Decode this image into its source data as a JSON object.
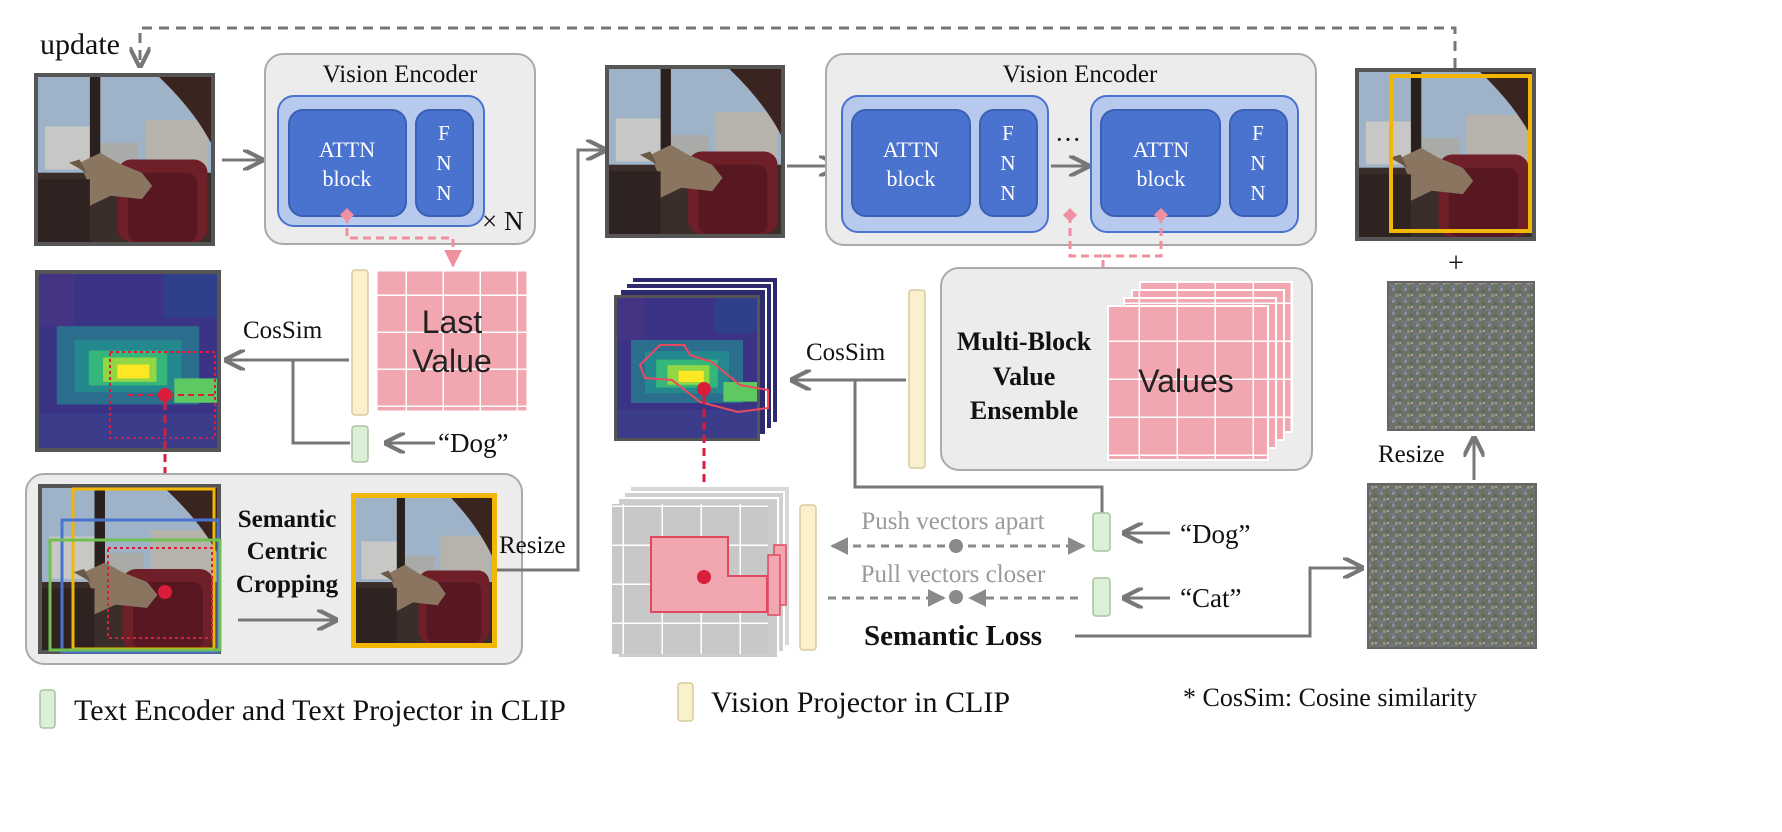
{
  "top": {
    "update_label": "update"
  },
  "encoder1": {
    "title": "Vision Encoder",
    "attn_line1": "ATTN",
    "attn_line2": "block",
    "ffn_1": "F",
    "ffn_2": "N",
    "ffn_3": "N",
    "repeat": "× N"
  },
  "last_value": {
    "line1": "Last",
    "line2": "Value"
  },
  "left": {
    "cossim": "CosSim",
    "dog_prompt": "“Dog”"
  },
  "cropping": {
    "line1": "Semantic",
    "line2": "Centric",
    "line3": "Cropping",
    "resize": "Resize"
  },
  "encoder2": {
    "title": "Vision Encoder",
    "attn_line1": "ATTN",
    "attn_line2": "block",
    "ffn_1": "F",
    "ffn_2": "N",
    "ffn_3": "N",
    "ellipsis": "···"
  },
  "ensemble": {
    "line1": "Multi-Block",
    "line2": "Value",
    "line3": "Ensemble",
    "values": "Values"
  },
  "middle": {
    "cossim": "CosSim",
    "push": "Push vectors apart",
    "pull": "Pull vectors closer",
    "dog_prompt": "“Dog”",
    "cat_prompt": "“Cat”",
    "semantic_loss": "Semantic Loss"
  },
  "right": {
    "plus": "+",
    "resize": "Resize"
  },
  "legend": {
    "text_encoder": "Text Encoder and Text Projector in CLIP",
    "vision_projector": "Vision Projector in CLIP",
    "note": "* CosSim: Cosine similarity"
  },
  "colors": {
    "attn_blue": "#4a72cf",
    "encoder_bg": "#b8c9ee",
    "value_pink": "#f2a6b0",
    "text_proj_green": "#dcefd7",
    "vision_proj_beige": "#fbf0cc",
    "crop_yellow": "#f2b705",
    "highlight_red": "#d81e3a"
  },
  "icons": {
    "photo": "dog-on-armchair-photo",
    "heatmap": "similarity-heatmap",
    "noise": "adversarial-noise"
  }
}
